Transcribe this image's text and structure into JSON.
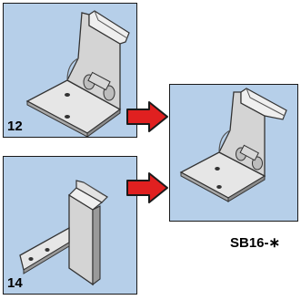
{
  "panels": {
    "top": {
      "label": "12",
      "part": "l-shaped-bracket"
    },
    "bottom": {
      "label": "14",
      "part": "flat-tab-bracket"
    },
    "result": {
      "part": "l-shaped-bracket"
    }
  },
  "part_code": "SB16-∗",
  "colors": {
    "panel_bg": "#b6cfe9",
    "arrow_fill": "#e02020",
    "arrow_stroke": "#1a1a1a",
    "metal_light": "#e9e9e9",
    "metal_mid": "#c8c8c8",
    "metal_dark": "#8c8c8c"
  },
  "icons": [
    "arrow-right-icon",
    "arrow-right-icon"
  ]
}
